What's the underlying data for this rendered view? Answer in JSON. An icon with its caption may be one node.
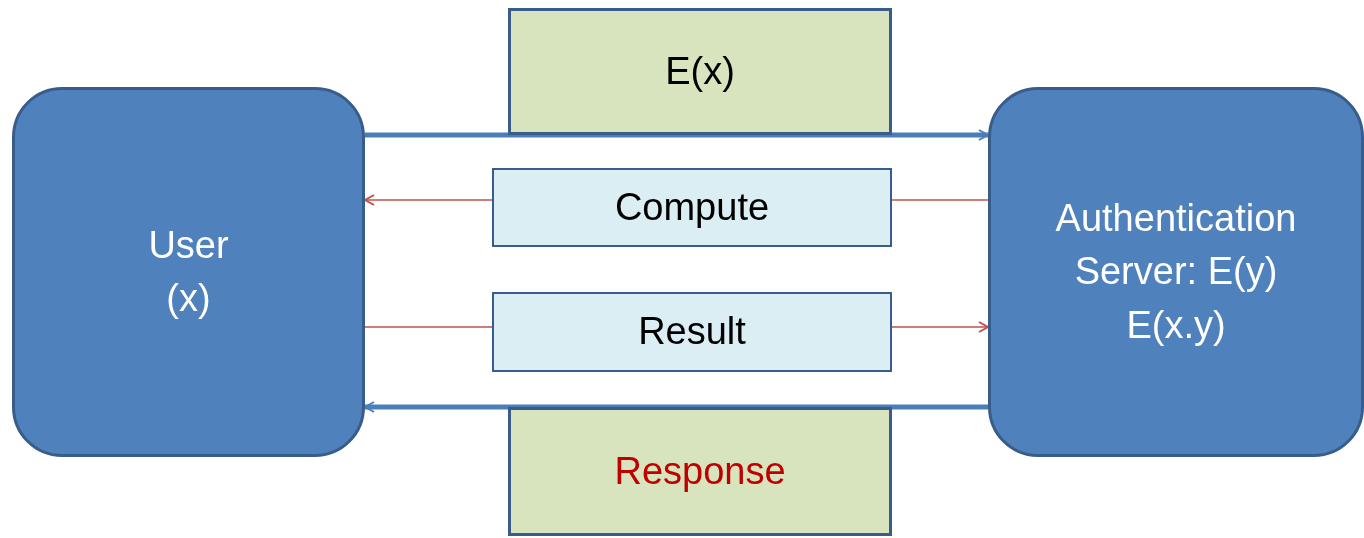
{
  "diagram": {
    "nodes": [
      {
        "text": [
          "User (x)"
        ]
      },
      {
        "text": [
          "Authentication Server:  E(y)",
          "E(x.y)"
        ]
      },
      {
        "text": [
          "E(x)"
        ]
      },
      {
        "text": [
          "Compute"
        ]
      },
      {
        "text": [
          "Result"
        ]
      },
      {
        "text": [
          "Response"
        ]
      }
    ],
    "edges": [
      {
        "from": 0,
        "to": 1,
        "arrow": "to",
        "style": "thick",
        "color": "#4a7ebb"
      },
      {
        "from": 1,
        "to": 3,
        "arrow": "none"
      },
      {
        "from": 3,
        "to": 0,
        "arrow": "to"
      },
      {
        "from": 0,
        "to": 4,
        "arrow": "none"
      },
      {
        "from": 4,
        "to": 1,
        "arrow": "to"
      },
      {
        "from": 1,
        "to": 0,
        "arrow": "to",
        "style": "thick",
        "color": "#4a7ebb"
      }
    ]
  }
}
